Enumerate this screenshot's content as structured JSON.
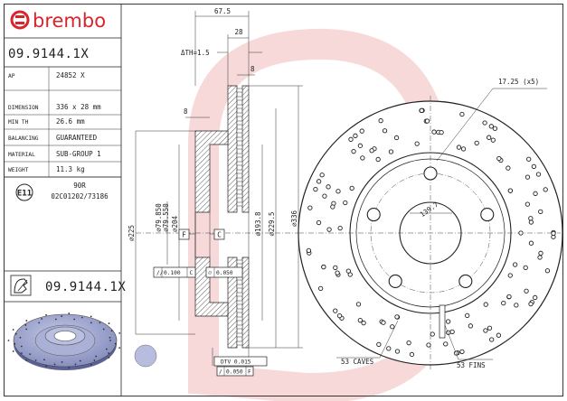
{
  "brand": {
    "name": "brembo"
  },
  "part_number": "09.9144.1X",
  "part_number_bottom": "09.9144.1X",
  "specs": [
    {
      "label": "AP",
      "value": "24852 X"
    },
    {
      "label": "DIMENSION",
      "value": "336 x 28 mm"
    },
    {
      "label": "MIN TH",
      "value": "26.6 mm"
    },
    {
      "label": "BALANCING",
      "value": "GUARANTEED"
    },
    {
      "label": "MATERIAL",
      "value": "SUB-GROUP 1"
    },
    {
      "label": "WEIGHT",
      "value": "11.3 kg"
    }
  ],
  "approval": {
    "mark": "E11",
    "line1": "90R",
    "line2": "02C01202/73186"
  },
  "section_dims": {
    "overall_width": "67.5",
    "thickness": "28",
    "th_change": "ΔTH=1.5",
    "vent_offset": "8",
    "hub_offset": "8",
    "dia_225": "∅225",
    "dia_204": "∅204",
    "dia_79_850": "∅79.850",
    "dia_79_550": "∅79.550",
    "dia_193_8": "∅193.8",
    "dia_229_5": "∅229.5",
    "dia_336": "∅336",
    "datum_f": "F",
    "datum_c": "C",
    "tol_flatness": "0.100",
    "tol_flat_ref": "C",
    "tol_runout": "0.050",
    "dtv_label": "DTV 0.015",
    "tol_bottom": "0.050",
    "tol_bottom_ref": "F"
  },
  "front_view": {
    "bolt_holes": "17.25 (x5)",
    "pcd": "139.7",
    "caves": "53 CAVES",
    "fins": "53 FINS"
  },
  "colors": {
    "brand_red": "#d9242b",
    "watermark": "#f3c9cb",
    "disc_blue": "#8d94c4"
  }
}
